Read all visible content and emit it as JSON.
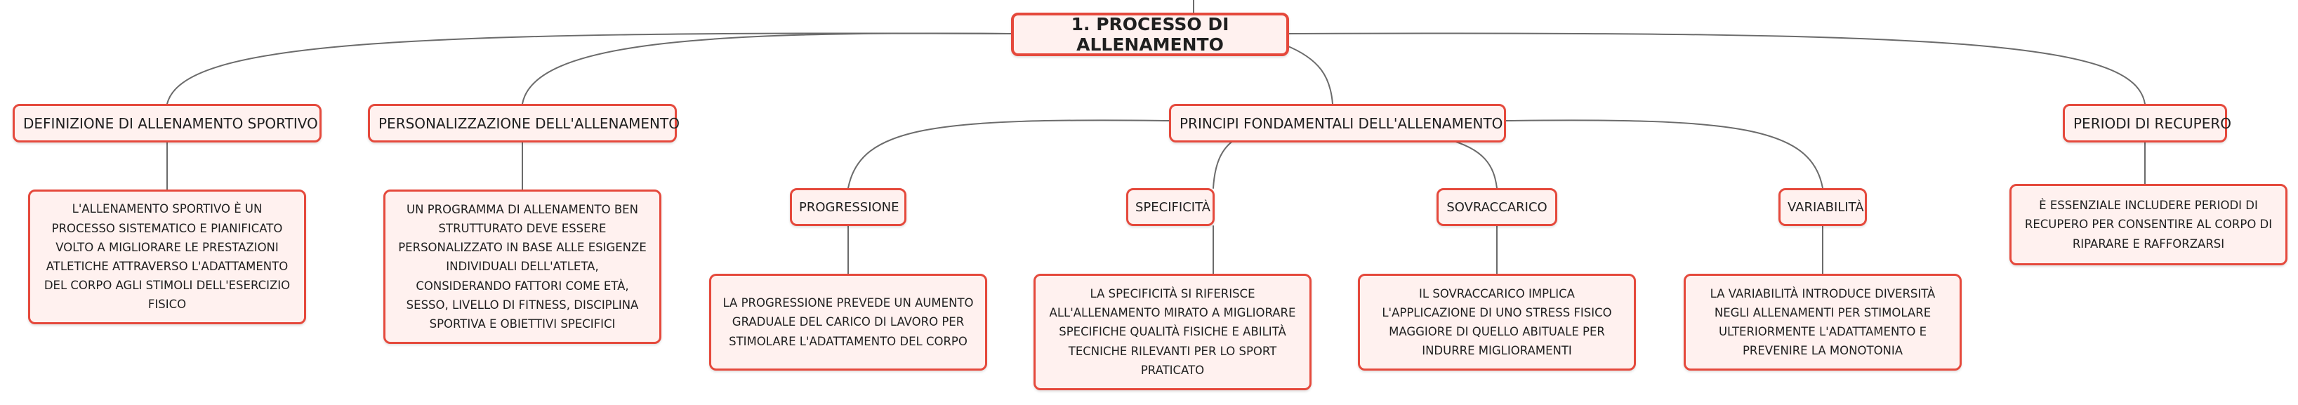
{
  "colors": {
    "node_border": "#e5493c",
    "node_fill": "#fff1ef",
    "line": "#6b6b6b"
  },
  "root": {
    "label": "1. PROCESSO DI ALLENAMENTO"
  },
  "topics": {
    "definizione": {
      "label": "DEFINIZIONE DI ALLENAMENTO SPORTIVO",
      "description": "L'ALLENAMENTO SPORTIVO È UN PROCESSO SISTEMATICO E PIANIFICATO VOLTO A MIGLIORARE LE PRESTAZIONI ATLETICHE ATTRAVERSO L'ADATTAMENTO DEL CORPO AGLI STIMOLI DELL'ESERCIZIO FISICO"
    },
    "personalizzazione": {
      "label": "PERSONALIZZAZIONE DELL'ALLENAMENTO",
      "description": "UN PROGRAMMA DI ALLENAMENTO BEN STRUTTURATO DEVE ESSERE PERSONALIZZATO IN BASE ALLE ESIGENZE INDIVIDUALI DELL'ATLETA, CONSIDERANDO FATTORI COME ETÀ, SESSO, LIVELLO DI FITNESS, DISCIPLINA SPORTIVA E OBIETTIVI SPECIFICI"
    },
    "principi": {
      "label": "PRINCIPI FONDAMENTALI DELL'ALLENAMENTO",
      "children": {
        "progressione": {
          "label": "PROGRESSIONE",
          "description": "LA PROGRESSIONE PREVEDE UN AUMENTO GRADUALE DEL CARICO DI LAVORO PER STIMOLARE L'ADATTAMENTO DEL CORPO"
        },
        "specificita": {
          "label": "SPECIFICITÀ",
          "description": "LA SPECIFICITÀ SI RIFERISCE ALL'ALLENAMENTO MIRATO A MIGLIORARE SPECIFICHE QUALITÀ FISICHE E ABILITÀ TECNICHE RILEVANTI PER LO SPORT PRATICATO"
        },
        "sovraccarico": {
          "label": "SOVRACCARICO",
          "description": "IL SOVRACCARICO IMPLICA L'APPLICAZIONE DI UNO STRESS FISICO MAGGIORE DI QUELLO ABITUALE PER INDURRE MIGLIORAMENTI"
        },
        "variabilita": {
          "label": "VARIABILITÀ",
          "description": "LA VARIABILITÀ INTRODUCE DIVERSITÀ NEGLI ALLENAMENTI PER STIMOLARE ULTERIORMENTE L'ADATTAMENTO E PREVENIRE LA MONOTONIA"
        }
      }
    },
    "recupero": {
      "label": "PERIODI DI RECUPERO",
      "description": "È ESSENZIALE INCLUDERE PERIODI DI RECUPERO PER CONSENTIRE AL CORPO DI RIPARARE E RAFFORZARSI"
    }
  }
}
